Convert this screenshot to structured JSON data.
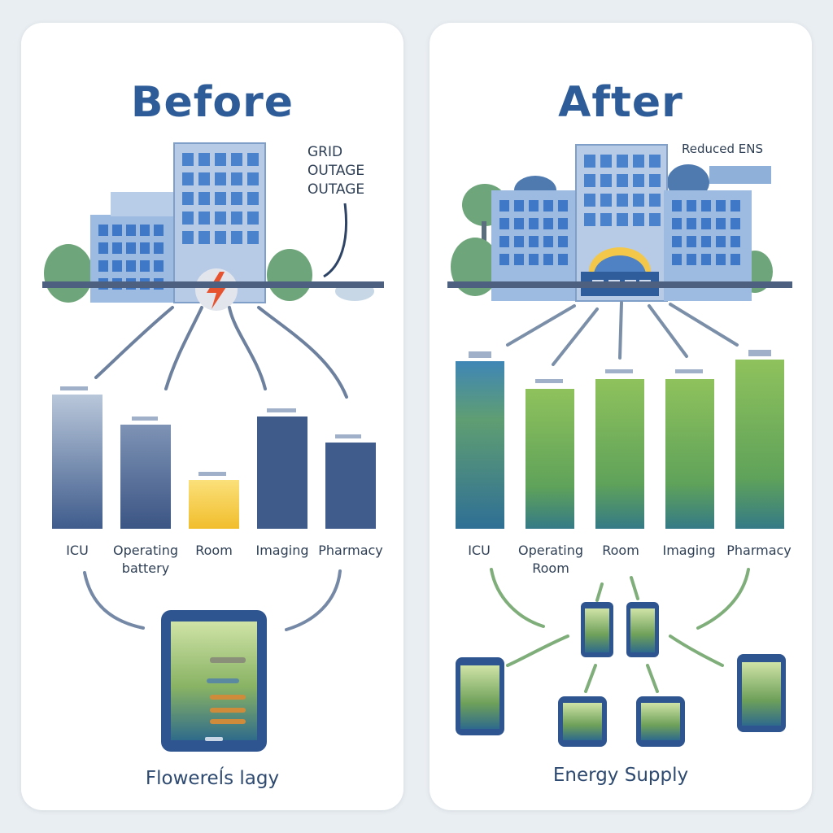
{
  "before": {
    "title": "Before",
    "grid_note": [
      "GRID",
      "OUTAGE",
      "OUTAGE"
    ],
    "bar_labels": [
      "ICU",
      "Operating",
      "Room",
      "Imaging",
      "Pharmacy"
    ],
    "sub_label": "battery",
    "footer": "Flowereĺs lagy",
    "bar_levels": [
      0.8,
      0.62,
      0.29,
      0.67,
      0.52
    ]
  },
  "after": {
    "title": "After",
    "note": "Reduced ENS",
    "bar_labels": [
      "ICU",
      "Operating",
      "Room",
      "Imaging",
      "Pharmacy"
    ],
    "sub_label": "Room",
    "footer": "Energy Supply",
    "bar_levels": [
      0.97,
      0.84,
      0.9,
      0.9,
      0.97
    ]
  },
  "colors": {
    "title": "#2e5c98",
    "before_bar": "#445f8c",
    "before_highlight": "#f5c83a",
    "after_bar_top": "#2f7ca8",
    "after_bar_bottom": "#7fb24a",
    "outage_icon": "#e8532f"
  },
  "icons": [
    "hospital-building-icon",
    "lightning-bolt-icon",
    "tablet-icon",
    "battery-unit-icon",
    "sun-dome-icon"
  ]
}
